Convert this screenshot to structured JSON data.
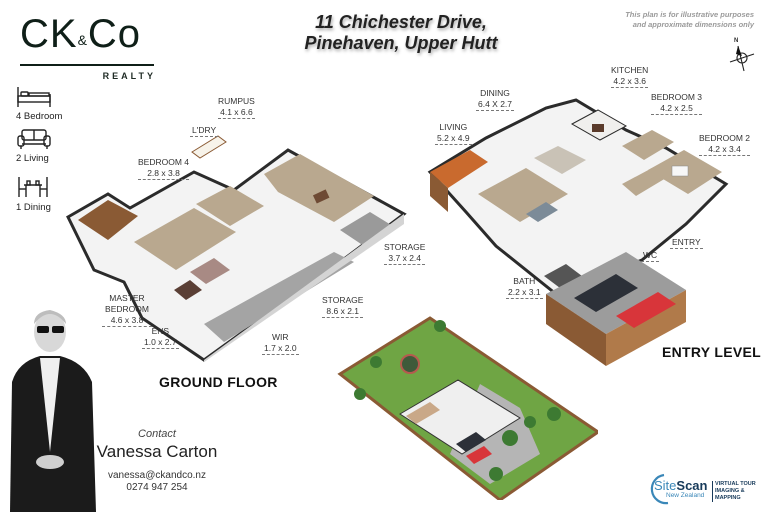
{
  "brand": {
    "logo_main": "CK",
    "logo_amp": "&",
    "logo_end": "Co",
    "logo_sub": "REALTY"
  },
  "features": [
    {
      "icon": "bed-icon",
      "label": "4 Bedroom"
    },
    {
      "icon": "sofa-icon",
      "label": "2 Living"
    },
    {
      "icon": "dining-icon",
      "label": "1 Dining"
    }
  ],
  "address": {
    "line1": "11 Chichester Drive,",
    "line2": "Pinehaven, Upper Hutt"
  },
  "disclaimer": {
    "line1": "This plan is for illustrative purposes",
    "line2": "and approximate dimensions only"
  },
  "compass": {
    "label": "N"
  },
  "ground_floor": {
    "title": "GROUND FLOOR",
    "rooms": [
      {
        "name": "RUMPUS",
        "dim": "4.1 x 6.6"
      },
      {
        "name": "L'DRY",
        "dim": ""
      },
      {
        "name": "BEDROOM 4",
        "dim": "2.8 x 3.8"
      },
      {
        "name": "STORAGE",
        "dim": "3.7 x 2.4"
      },
      {
        "name": "STORAGE",
        "dim": "8.6 x 2.1"
      },
      {
        "name": "MASTER BEDROOM",
        "dim": "4.6 x 3.8"
      },
      {
        "name": "ENS",
        "dim": "1.0 x 2.7"
      },
      {
        "name": "WIR",
        "dim": "1.7 x 2.0"
      }
    ]
  },
  "entry_level": {
    "title": "ENTRY LEVEL",
    "rooms": [
      {
        "name": "KITCHEN",
        "dim": "4.2 x 3.6"
      },
      {
        "name": "DINING",
        "dim": "6.4 X 2.7"
      },
      {
        "name": "BEDROOM 3",
        "dim": "4.2 x 2.5"
      },
      {
        "name": "LIVING",
        "dim": "5.2 x 4.9"
      },
      {
        "name": "BEDROOM 2",
        "dim": "4.2 x 3.4"
      },
      {
        "name": "ENTRY",
        "dim": ""
      },
      {
        "name": "WC",
        "dim": ""
      },
      {
        "name": "BATH",
        "dim": "2.2 x 3.1"
      }
    ]
  },
  "contact": {
    "label": "Contact",
    "name": "Vanessa Carton",
    "email": "vanessa@ckandco.nz",
    "phone": "0274 947 254"
  },
  "sitescan": {
    "brand_light": "Site",
    "brand_bold": "Scan",
    "region": "New Zealand",
    "tag1": "VIRTUAL TOUR",
    "tag2": "IMAGING & MAPPING"
  },
  "colors": {
    "logo": "#0f1f18",
    "floor_beige": "#b9a88f",
    "wall": "#f2f2f2",
    "wall_edge": "#2b2b2b",
    "grass": "#6fa544",
    "deck": "#8a5a34",
    "red_car": "#d8353a",
    "dark_car": "#2c3038"
  }
}
